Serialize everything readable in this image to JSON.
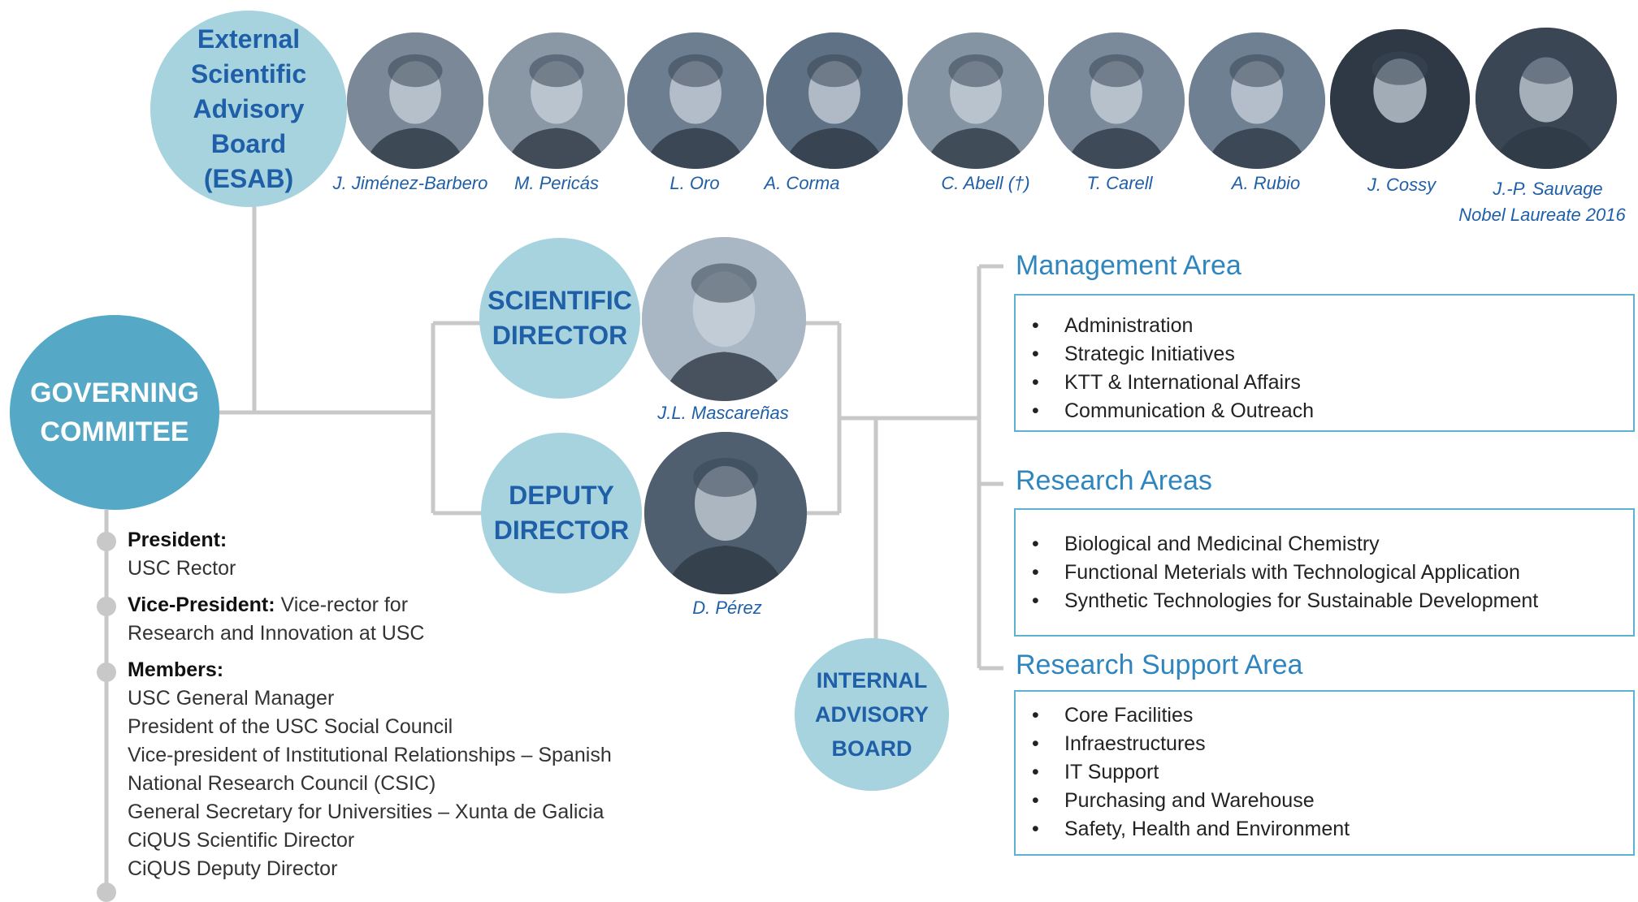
{
  "esab": {
    "lines": [
      "External",
      "Scientific",
      "Advisory",
      "Board",
      "(ESAB)"
    ]
  },
  "advisors": [
    {
      "name": "J. Jiménez-Barbero",
      "photo": "portrait-photo"
    },
    {
      "name": "M. Pericás",
      "photo": "portrait-photo"
    },
    {
      "name": "L. Oro",
      "photo": "portrait-photo"
    },
    {
      "name": "A. Corma",
      "photo": "portrait-photo"
    },
    {
      "name": "C. Abell (†)",
      "photo": "portrait-photo"
    },
    {
      "name": "T. Carell",
      "photo": "portrait-photo"
    },
    {
      "name": "A. Rubio",
      "photo": "portrait-photo"
    },
    {
      "name": "J. Cossy",
      "photo": "portrait-photo"
    },
    {
      "name": "J.-P. Sauvage",
      "photo": "portrait-photo"
    }
  ],
  "sauvage_note": "Nobel Laureate 2016",
  "governing": {
    "lines": [
      "GOVERNING",
      "COMMITEE"
    ]
  },
  "scientific_director": {
    "lines": [
      "SCIENTIFIC",
      "DIRECTOR"
    ],
    "name": "J.L. Mascareñas"
  },
  "deputy_director": {
    "lines": [
      "DEPUTY",
      "DIRECTOR"
    ],
    "name": "D. Pérez"
  },
  "internal_board": {
    "lines": [
      "INTERNAL",
      "ADVISORY",
      "BOARD"
    ]
  },
  "areas": [
    {
      "title": "Management Area",
      "items": [
        "Administration",
        "Strategic Initiatives",
        "KTT & International Affairs",
        "Communication & Outreach"
      ]
    },
    {
      "title": "Research Areas",
      "items": [
        "Biological and Medicinal Chemistry",
        "Functional Meterials with Technological Application",
        "Synthetic Technologies for Sustainable Development"
      ]
    },
    {
      "title": "Research Support Area",
      "items": [
        "Core Facilities",
        "Infraestructures",
        "IT Support",
        "Purchasing and Warehouse",
        "Safety, Health and Environment"
      ]
    }
  ],
  "bullet_char": "•",
  "governing_info": {
    "president_label": "President:",
    "president_text": "USC Rector",
    "vp_label": "Vice-President:",
    "vp_text_1": " Vice-rector for",
    "vp_text_2": "Research and Innovation at USC",
    "members_label": "Members:",
    "members": [
      "USC General Manager",
      "President of the USC Social Council",
      "Vice-president of Institutional Relationships – Spanish",
      "National Research Council  (CSIC)",
      "General Secretary for Universities – Xunta de Galicia",
      "CiQUS Scientific Director",
      "CiQUS Deputy Director"
    ]
  },
  "colors": {
    "light_circle": "#a7d3df",
    "dark_circle": "#56a9c6",
    "heading_blue": "#1f5fa8",
    "area_blue": "#2f86bf",
    "connector_gray": "#c8c8c8"
  }
}
